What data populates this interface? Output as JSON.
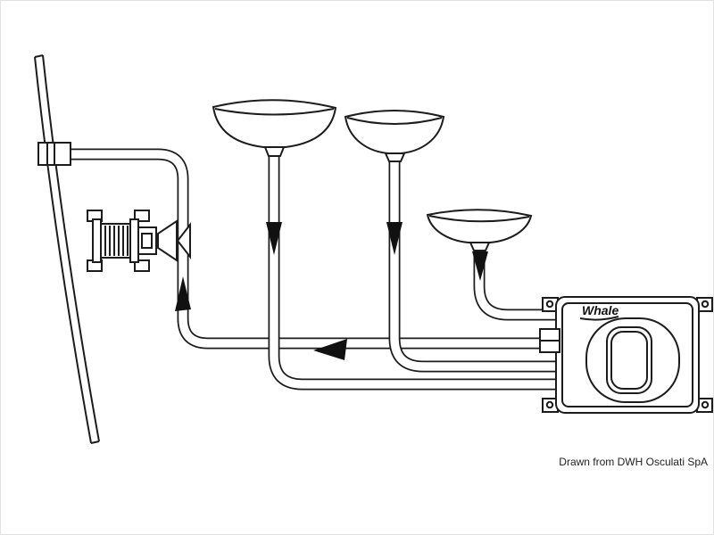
{
  "canvas": {
    "background": "#ffffff",
    "ink_color": "#1c1c1c",
    "arrow_color": "#111111"
  },
  "pump": {
    "brand_label": "Whale"
  },
  "footer": {
    "credit": "Drawn from DWH Osculati SpA"
  },
  "diagram": {
    "parts": [
      "hull",
      "through-hull-outlet-fitting",
      "discharge-pipe-with-riser",
      "inline-check-valve-assembly",
      "sink-basin-1",
      "sink-basin-2",
      "sink-basin-3",
      "drain-pipes",
      "gulper-pump-box"
    ],
    "flow_arrows": [
      "down-from-basin-1",
      "down-from-basin-2",
      "down-from-basin-3",
      "left-along-discharge-run",
      "up-riser-to-hull-outlet"
    ]
  }
}
